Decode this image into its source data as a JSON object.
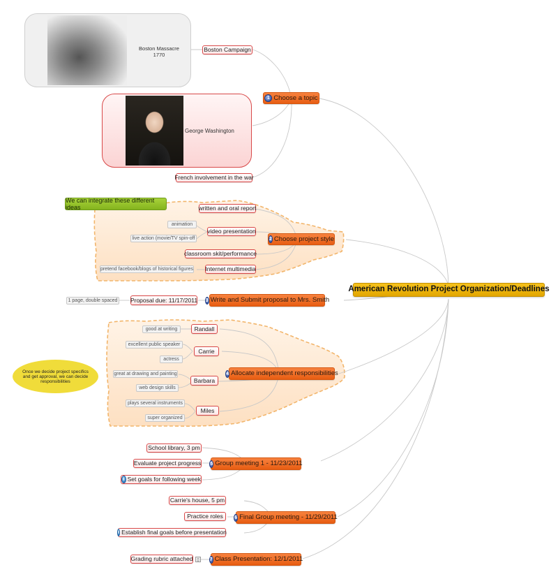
{
  "central": {
    "label": "American Revolution Project Organization/Deadlines"
  },
  "topics": [
    {
      "num": "1",
      "label": "Choose a topic",
      "children": [
        {
          "label": "Boston Campaign",
          "image": {
            "caption_line1": "Boston Massacre",
            "caption_line2": "1770",
            "icon": "engraving-image"
          }
        },
        {
          "label": "George Washington",
          "image": {
            "icon": "portrait-image"
          }
        },
        {
          "label": "French involvement in the war"
        }
      ]
    },
    {
      "num": "2",
      "label": "Choose project style",
      "callout": "We can integrate these different ideas",
      "children": [
        {
          "label": "written and oral report"
        },
        {
          "label": "video presentation",
          "leaves": [
            "animation",
            "live action (movie/TV spin-off"
          ]
        },
        {
          "label": "classroom skit/performance"
        },
        {
          "label": "Internet multimedia",
          "leaves": [
            "pretend facebook/blogs of historical figures"
          ]
        }
      ]
    },
    {
      "num": "3",
      "label": "Write and Submit proposal to Mrs. Smith",
      "children": [
        {
          "label": "Proposal due: 11/17/2011",
          "leaves": [
            "1 page, double spaced"
          ]
        }
      ]
    },
    {
      "num": "4",
      "label": "Allocate independent responsibilities",
      "note": "Once we decide project specifics and get approval, we can decide responsibilities",
      "children": [
        {
          "label": "Randall",
          "leaves": [
            "good at writing"
          ]
        },
        {
          "label": "Carrie",
          "leaves": [
            "excellent public speaker",
            "actress"
          ]
        },
        {
          "label": "Barbara",
          "leaves": [
            "great at drawing and painting",
            "web design skills"
          ]
        },
        {
          "label": "Miles",
          "leaves": [
            "plays several instruments",
            "super organized"
          ]
        }
      ]
    },
    {
      "num": "5",
      "label": "Group meeting 1 - 11/23/2011",
      "children": [
        {
          "label": "School library, 3 pm"
        },
        {
          "label": "Evaluate project progress"
        },
        {
          "label": "Set goals for following week",
          "icon": "info-icon"
        }
      ]
    },
    {
      "num": "6",
      "label": "Final Group meeting - 11/29/2011",
      "children": [
        {
          "label": "Carrie's house, 5 pm"
        },
        {
          "label": "Practice roles"
        },
        {
          "label": "Establish final goals before presentation",
          "icon": "info-icon"
        }
      ]
    },
    {
      "num": "7",
      "label": "Class Presentation: 12/1/2011",
      "children": [
        {
          "label": "Grading rubric attached",
          "attachment": "document-attachment-icon"
        }
      ]
    }
  ],
  "colors": {
    "central": "#e8ae0a",
    "main_topic": "#ee6a22",
    "subtopic_border": "#d84848",
    "boundary": "#f2b56b",
    "callout": "#92c02b",
    "note": "#f0dc3a",
    "connector": "#c8c8c8"
  },
  "icons": {
    "info": "i",
    "attach": "▯"
  }
}
